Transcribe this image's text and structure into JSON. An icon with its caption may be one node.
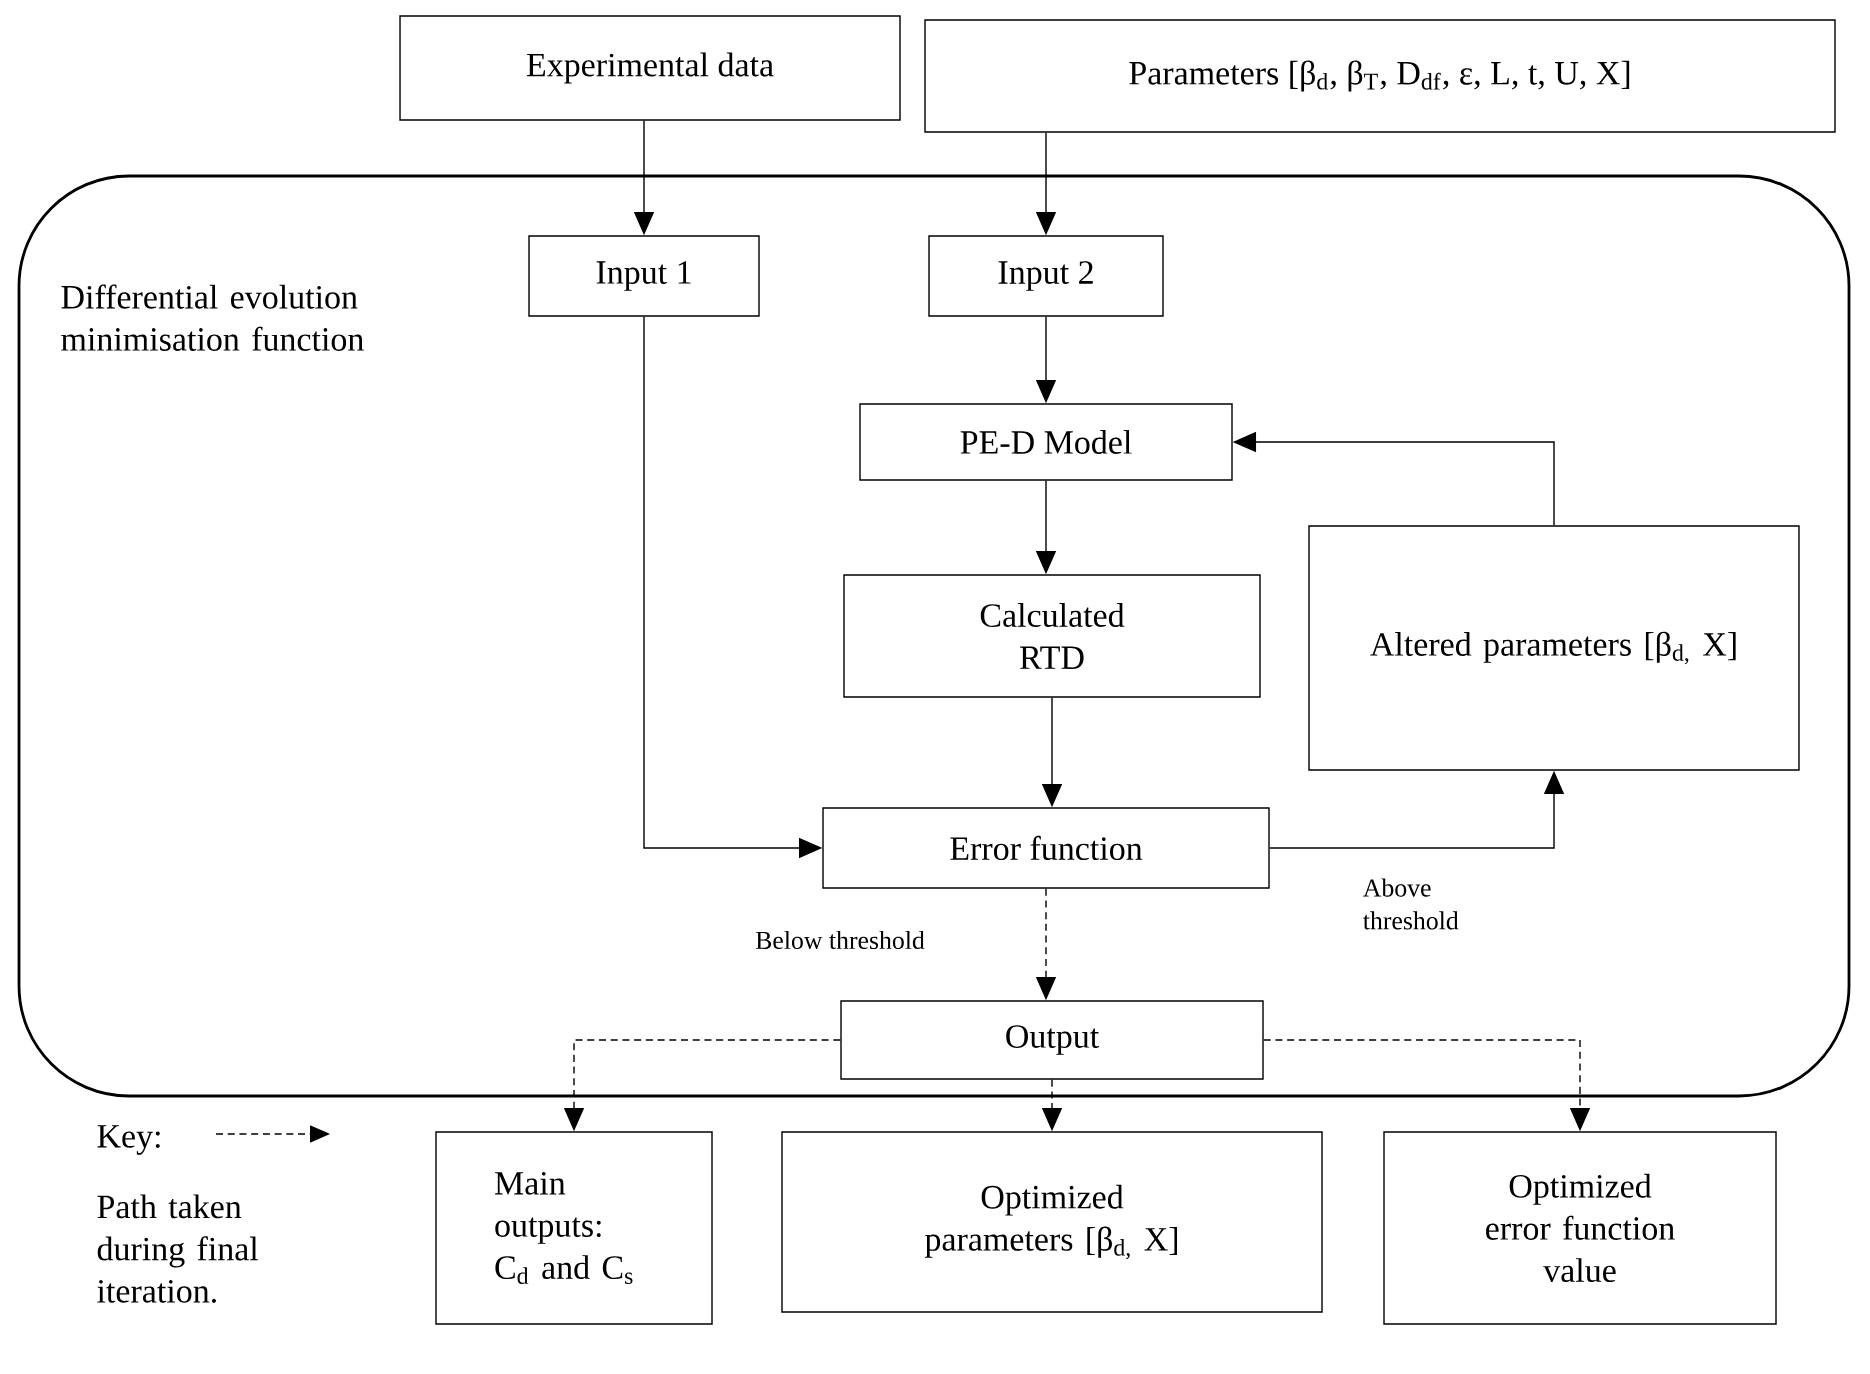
{
  "diagram": {
    "nodes": [
      {
        "text": [
          "Experimental data"
        ]
      },
      {
        "text": [
          "Parameters [β$_{d}$, β$_{T}$, D$_{df}$, ε, L, t, U, X]"
        ]
      },
      {
        "text": [
          "Differential evolution minimisation function"
        ]
      },
      {
        "text": [
          "Input 1"
        ],
        "in": 2
      },
      {
        "text": [
          "Input 2"
        ],
        "in": 2
      },
      {
        "text": [
          "PE-D Model"
        ],
        "in": 2
      },
      {
        "text": [
          "Calculated RTD"
        ],
        "in": 2
      },
      {
        "text": [
          "Altered parameters [β$_{d,}$ X]"
        ],
        "in": 2
      },
      {
        "text": [
          "Error function"
        ],
        "in": 2
      },
      {
        "text": [
          "Output"
        ],
        "in": 2
      },
      {
        "text": [
          "Main outputs: C$_{d}$ and C$_{s}$"
        ]
      },
      {
        "text": [
          "Optimized parameters [β$_{d,}$ X]"
        ]
      },
      {
        "text": [
          "Optimized error function value"
        ]
      }
    ],
    "edges": [
      {
        "from": 0,
        "to": 3,
        "arrow": "to"
      },
      {
        "from": 1,
        "to": 4,
        "arrow": "to"
      },
      {
        "from": 4,
        "to": 5,
        "arrow": "to"
      },
      {
        "from": 5,
        "to": 6,
        "arrow": "to"
      },
      {
        "from": 6,
        "to": 8,
        "arrow": "to"
      },
      {
        "from": 3,
        "to": 8,
        "arrow": "to"
      },
      {
        "from": 8,
        "to": 7,
        "arrow": "to",
        "label": "Above threshold"
      },
      {
        "from": 7,
        "to": 5,
        "arrow": "to"
      },
      {
        "from": 8,
        "to": 9,
        "arrow": "to",
        "label": "Below threshold",
        "style": "dashed"
      },
      {
        "from": 9,
        "to": 10,
        "arrow": "to",
        "style": "dashed"
      },
      {
        "from": 9,
        "to": 11,
        "arrow": "to",
        "style": "dashed"
      },
      {
        "from": 9,
        "to": 12,
        "arrow": "to",
        "style": "dashed"
      }
    ],
    "labels": [
      "Key:"
    ],
    "legend": [
      {
        "text": "Path taken during final iteration."
      }
    ]
  }
}
